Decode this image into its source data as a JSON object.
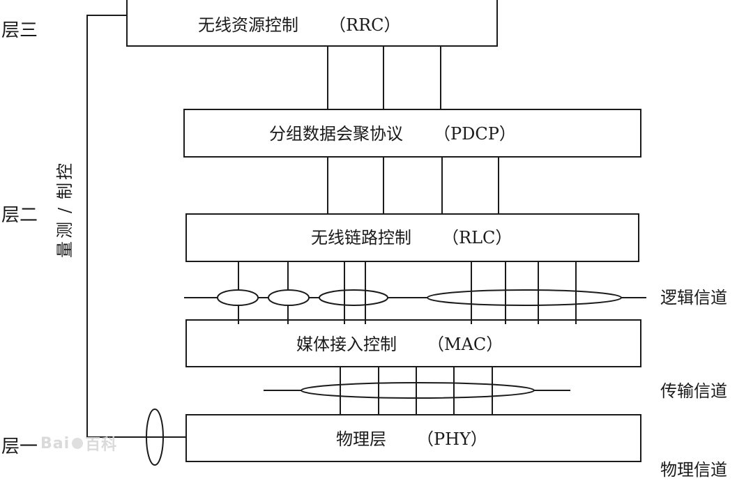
{
  "layers": {
    "l3": "层三",
    "l2": "层二",
    "l1": "层一"
  },
  "vertical_label": [
    "控",
    "制",
    "/",
    "测",
    "量"
  ],
  "boxes": {
    "rrc": {
      "zh": "无线资源控制",
      "en": "（RRC）"
    },
    "pdcp": {
      "zh": "分组数据会聚协议",
      "en": "（PDCP）"
    },
    "rlc": {
      "zh": "无线链路控制",
      "en": "（RLC）"
    },
    "mac": {
      "zh": "媒体接入控制",
      "en": "（MAC）"
    },
    "phy": {
      "zh": "物理层",
      "en": "（PHY）"
    }
  },
  "channels": {
    "logical": "逻辑信道",
    "transport": "传输信道",
    "physical": "物理信道"
  },
  "watermark": {
    "left": "Bai",
    "right": "百科"
  },
  "colors": {
    "line": "#1a1a1a",
    "background": "#ffffff",
    "watermark": "#d6d6d6"
  }
}
